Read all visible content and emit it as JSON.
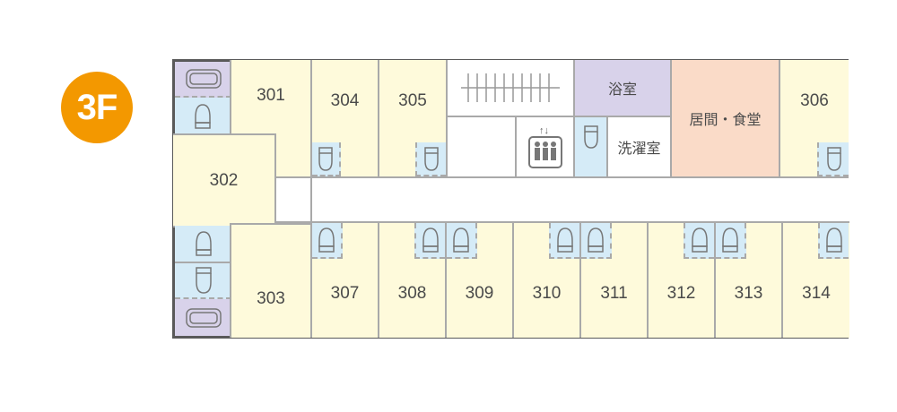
{
  "floor_badge": "3F",
  "colors": {
    "badge": "#f39800",
    "room": "#fefadb",
    "bath": "#d8d2ea",
    "toilet": "#d5ebf7",
    "living": "#fadbc8",
    "wall": "#595959"
  },
  "rooms": {
    "r301": "301",
    "r302": "302",
    "r303": "303",
    "r304": "304",
    "r305": "305",
    "r306": "306",
    "r307": "307",
    "r308": "308",
    "r309": "309",
    "r310": "310",
    "r311": "311",
    "r312": "312",
    "r313": "313",
    "r314": "314"
  },
  "facilities": {
    "bath": "浴室",
    "laundry": "洗濯室",
    "living_dining": "居間・食堂"
  },
  "icons": {
    "stairs": "stairs-icon",
    "elevator": "elevator-icon",
    "toilet": "toilet-icon",
    "bathtub": "bathtub-icon"
  }
}
